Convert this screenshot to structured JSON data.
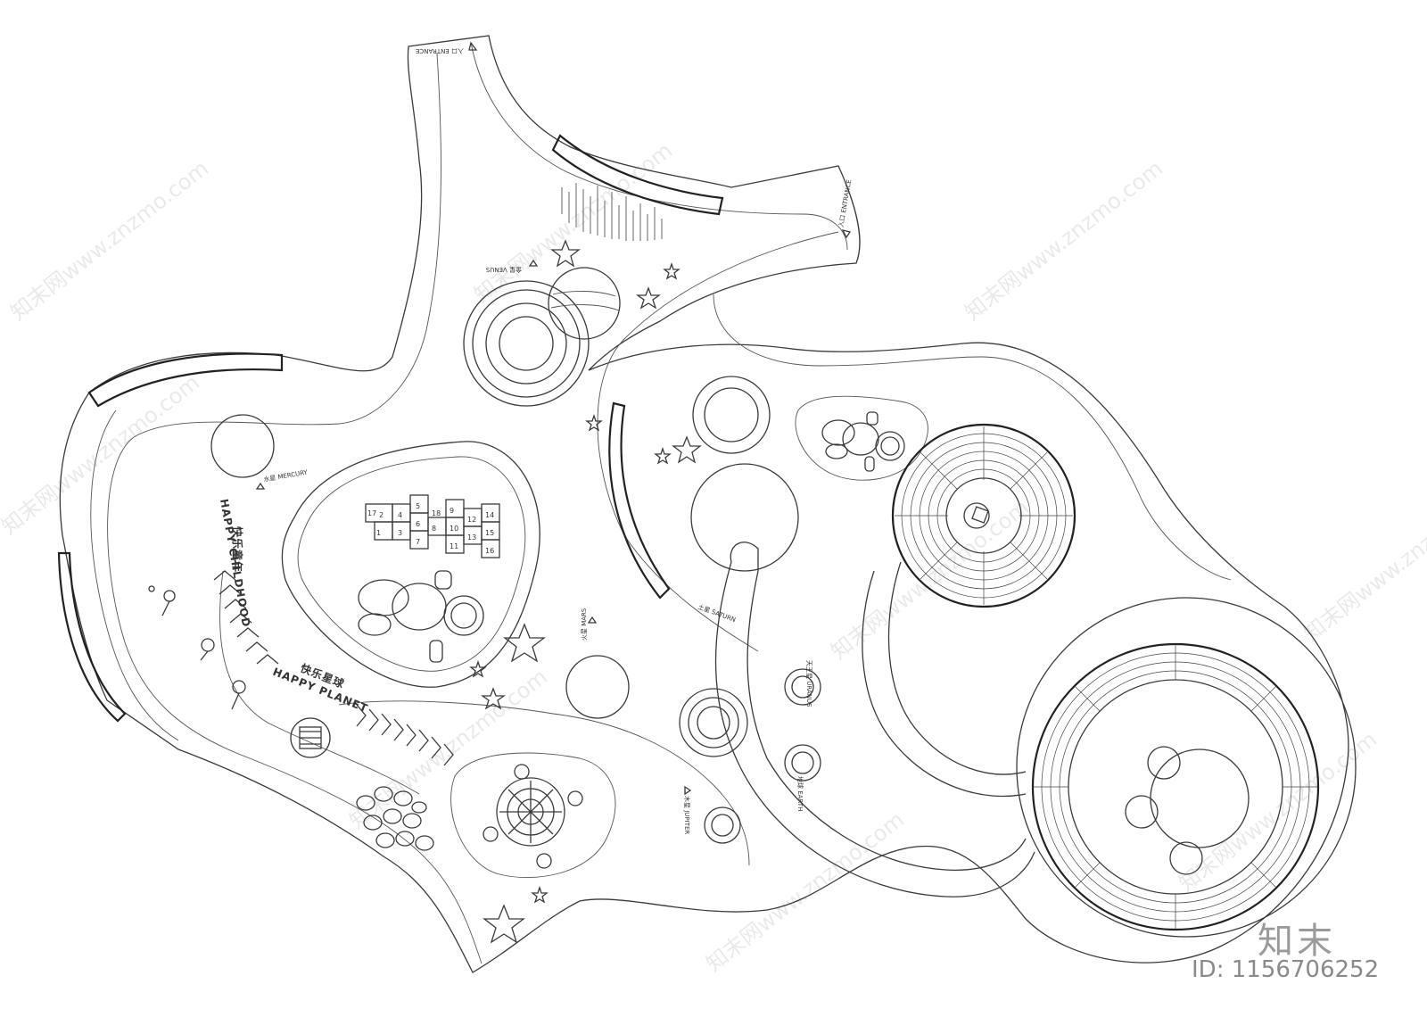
{
  "labels": {
    "entrance_top": "入口 ENTRANCE",
    "entrance_right": "入口 ENTRANCE",
    "venus": "金星 VENUS",
    "mercury": "水星 MERCURY",
    "happy_childhood_cn": "快乐童年",
    "happy_childhood_en": "HAPPY CHILDHOOD",
    "happy_planet_cn": "快乐星球",
    "happy_planet_en": "HAPPY PLANET",
    "mars": "火星 MARS",
    "saturn": "土星 SATURN",
    "jupiter": "木星 JUPITER",
    "uranus": "天王星 URANUS",
    "earth": "地球 EARTH"
  },
  "hopscotch": [
    "1",
    "2",
    "3",
    "4",
    "5",
    "6",
    "7",
    "8",
    "9",
    "10",
    "11",
    "12",
    "13",
    "14",
    "15",
    "16",
    "17",
    "18"
  ],
  "watermark": "知末网www.znzmo.com",
  "brand": "知末",
  "image_id": "ID: 1156706252"
}
